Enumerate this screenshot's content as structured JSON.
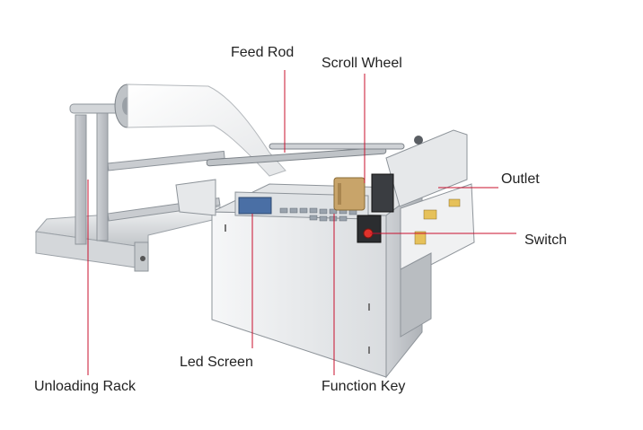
{
  "labels": {
    "feed_rod": "Feed Rod",
    "scroll_wheel": "Scroll Wheel",
    "outlet": "Outlet",
    "switch": "Switch",
    "led_screen": "Led Screen",
    "unloading_rack": "Unloading Rack",
    "function_key": "Function Key"
  },
  "colors": {
    "leader_line": "#c8102e",
    "machine_body": "#eef0f2",
    "roll_paper": "#fafafa",
    "wheel": "#c8a46a",
    "led_screen": "#4a6fa5",
    "switch_cap": "#e0322b"
  }
}
